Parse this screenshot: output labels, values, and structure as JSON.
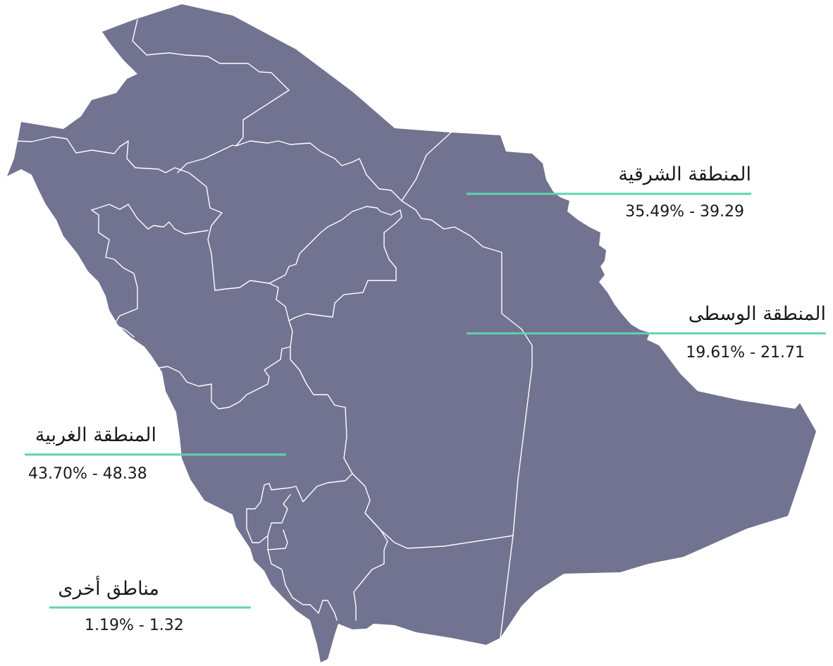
{
  "map": {
    "colors": {
      "land": "#717391",
      "border": "#ffffff",
      "leader": "#5fd3b3",
      "text": "#1a1a1a"
    },
    "regions": [
      {
        "id": "east",
        "name": "المنطقة الشرقية",
        "range": "35.49% - 39.29"
      },
      {
        "id": "central",
        "name": "المنطقة الوسطى",
        "range": "19.61% - 21.71"
      },
      {
        "id": "west",
        "name": "المنطقة الغربية",
        "range": "43.70% - 48.38"
      },
      {
        "id": "other",
        "name": "مناطق أخرى",
        "range": "1.19% - 1.32"
      }
    ]
  }
}
